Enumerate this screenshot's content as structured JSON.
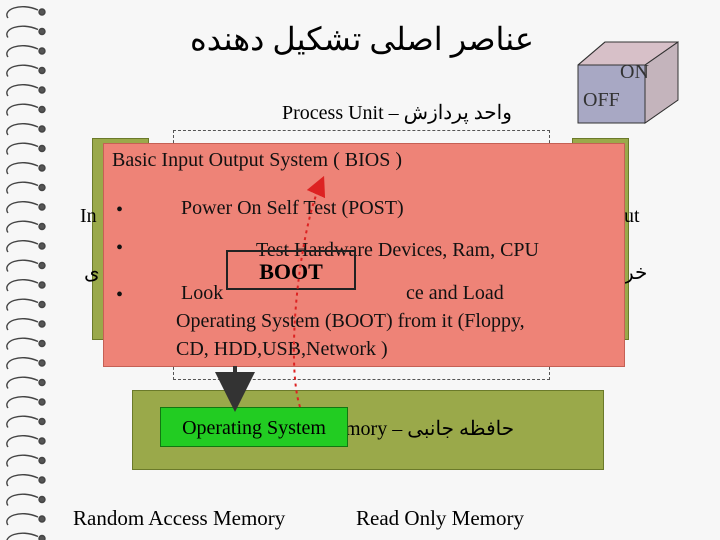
{
  "slide": {
    "title": "عناصر اصلی تشکیل دهنده",
    "process_unit": "Process Unit – واحد پردازش",
    "cube": {
      "on": "ON",
      "off": "OFF"
    },
    "left_fragments": {
      "input": "In",
      "input_fa": "ی"
    },
    "right_fragments": {
      "output": "ut",
      "output_fa": "خر"
    },
    "bios": {
      "title": "Basic Input Output System ( BIOS )",
      "bullet_char": "•",
      "line1": "Power On Self Test (POST)",
      "line2": "Test Hardware Devices, Ram, CPU",
      "line3a": "Look",
      "line3b": "ce and Load",
      "line4": "Operating System (BOOT) from it (Floppy,",
      "line5": "CD, HDD,USB,Network )"
    },
    "boot_label": "BOOT",
    "memory": {
      "label": "mory – حافظه جانبی"
    },
    "os_label": "Operating System",
    "bottom": {
      "ram": "Random Access Memory",
      "rom": "Read Only Memory"
    }
  }
}
